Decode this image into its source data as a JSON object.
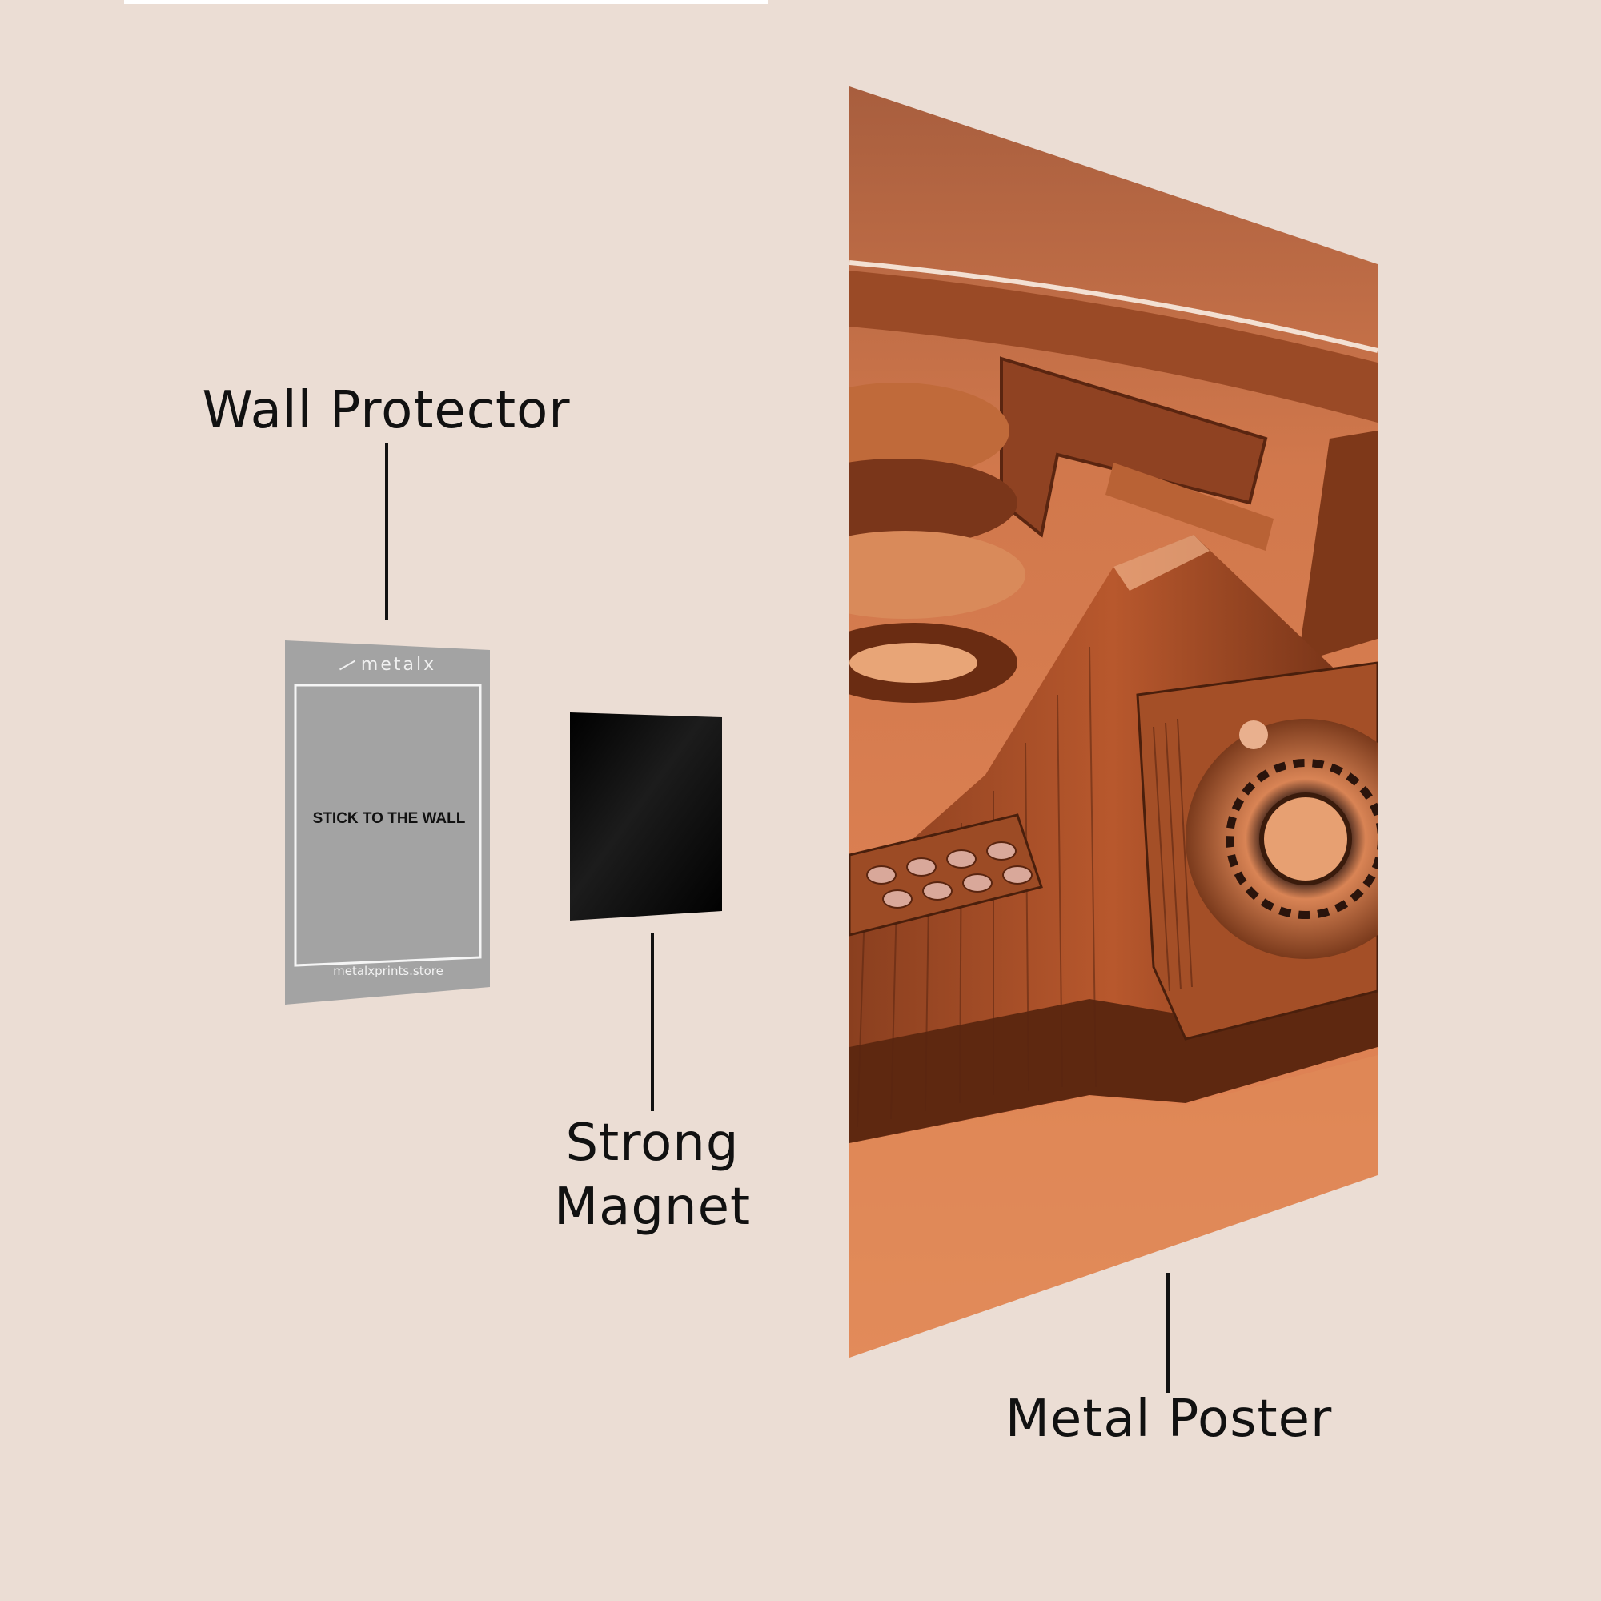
{
  "labels": {
    "wall_protector": "Wall Protector",
    "strong_magnet_line1": "Strong",
    "strong_magnet_line2": "Magnet",
    "metal_poster": "Metal Poster"
  },
  "protector": {
    "brand": "metalx",
    "instruction": "STICK TO THE WALL",
    "website": "metalxprints.store"
  },
  "colors": {
    "background": "#ebddd4",
    "protector": "#a3a3a3",
    "magnet": "#050505",
    "poster_copper": "#c7683a",
    "text": "#111111"
  },
  "icons": {
    "brand_logo": "metalx-logo-icon",
    "telephone_art": "rotary-telephone-illustration"
  }
}
